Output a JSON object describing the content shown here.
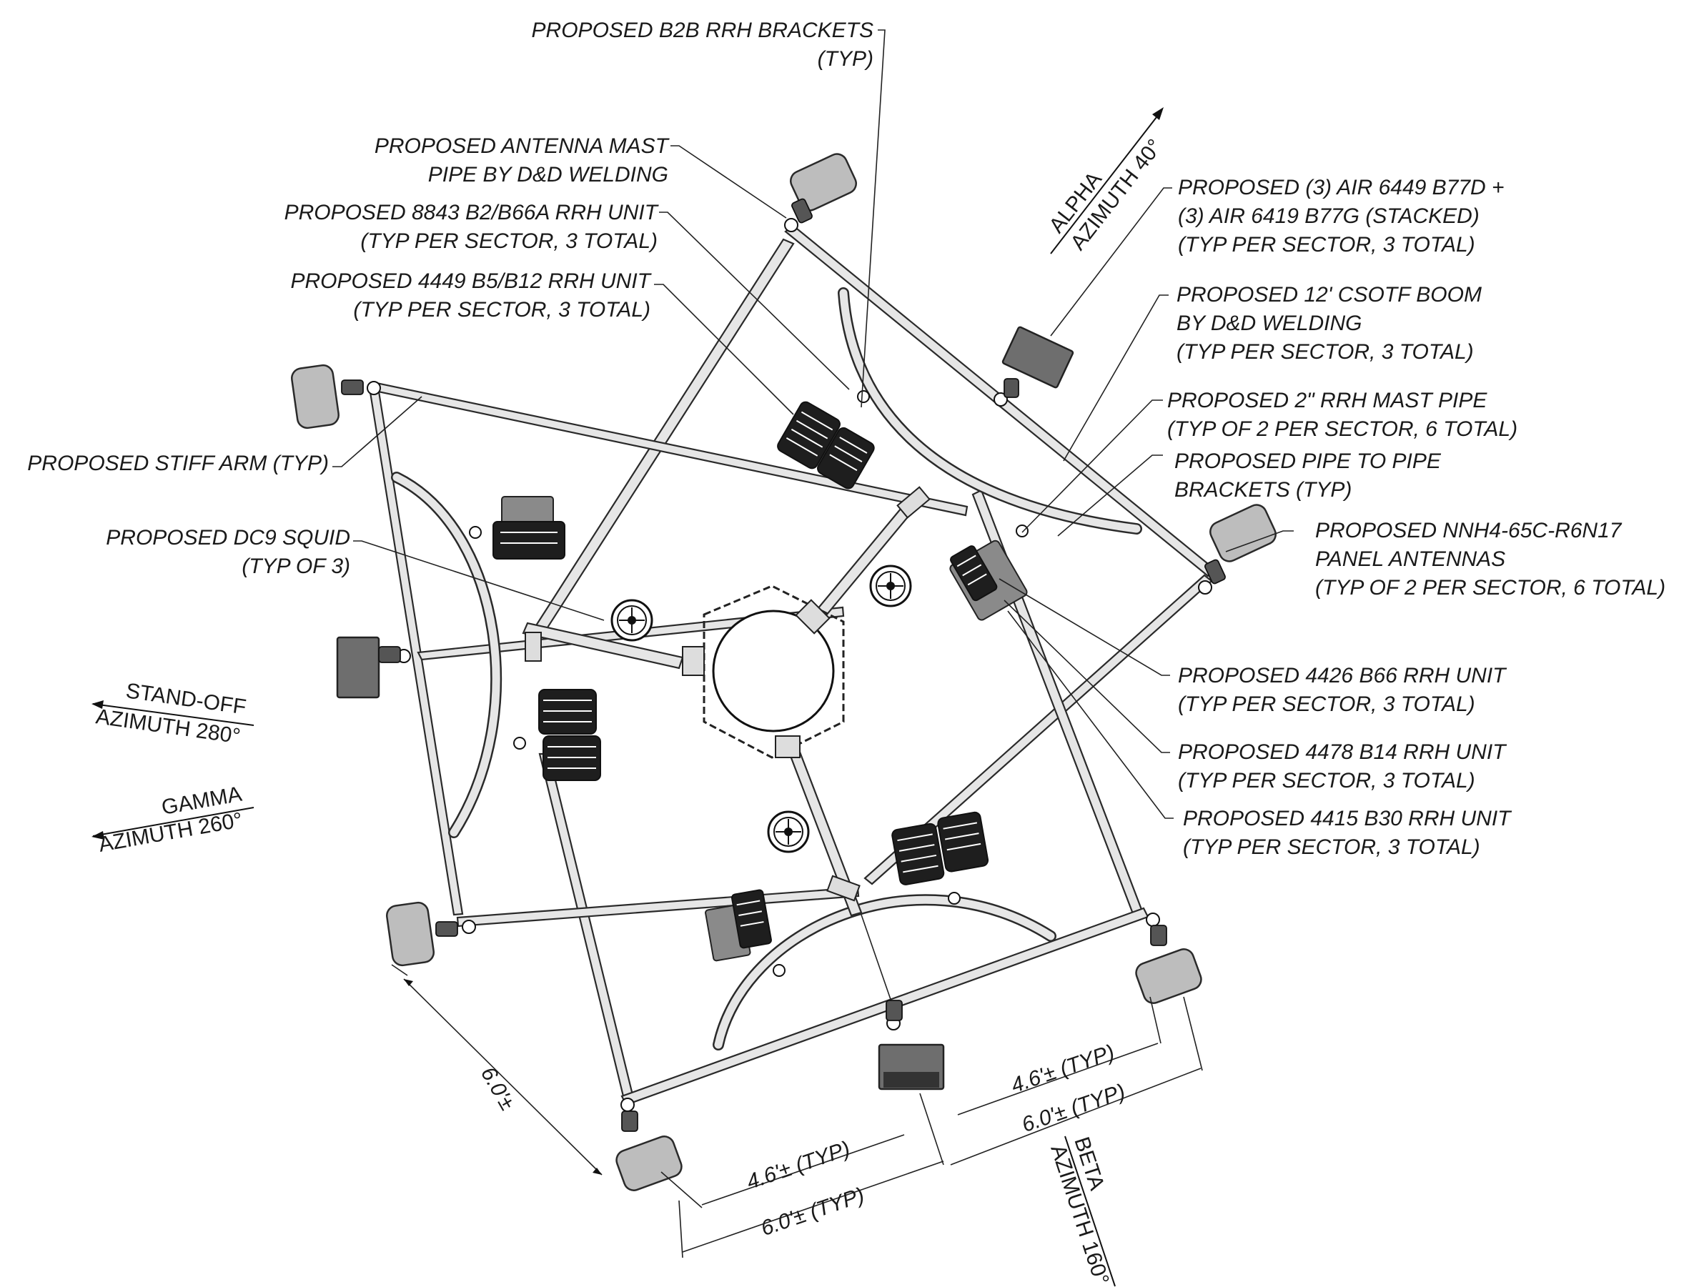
{
  "labels": {
    "b2b_brackets_1": "PROPOSED B2B RRH BRACKETS",
    "b2b_brackets_2": "(TYP)",
    "antenna_mast_1": "PROPOSED ANTENNA MAST",
    "antenna_mast_2": "PIPE BY D&D WELDING",
    "rrh_8843_1": "PROPOSED 8843 B2/B66A RRH UNIT",
    "rrh_8843_2": "(TYP PER SECTOR, 3 TOTAL)",
    "rrh_4449_1": "PROPOSED 4449 B5/B12 RRH UNIT",
    "rrh_4449_2": "(TYP PER SECTOR, 3 TOTAL)",
    "stiff_arm": "PROPOSED STIFF ARM (TYP)",
    "dc9_1": "PROPOSED DC9 SQUID",
    "dc9_2": "(TYP OF 3)",
    "air_1": "PROPOSED (3) AIR 6449 B77D +",
    "air_2": "(3) AIR 6419 B77G  (STACKED)",
    "air_3": "(TYP PER SECTOR, 3 TOTAL)",
    "boom_1": "PROPOSED 12' CSOTF BOOM",
    "boom_2": "BY D&D WELDING",
    "boom_3": "(TYP PER SECTOR, 3 TOTAL)",
    "rrh_mast_1": "PROPOSED 2\" RRH MAST PIPE",
    "rrh_mast_2": "(TYP OF 2 PER SECTOR, 6 TOTAL)",
    "p2p_1": "PROPOSED PIPE TO PIPE",
    "p2p_2": "BRACKETS (TYP)",
    "nnh_1": "PROPOSED NNH4-65C-R6N17",
    "nnh_2": "PANEL ANTENNAS",
    "nnh_3": "(TYP OF 2 PER SECTOR, 6 TOTAL)",
    "rrh_4426_1": "PROPOSED 4426 B66 RRH UNIT",
    "rrh_4426_2": "(TYP PER SECTOR, 3 TOTAL)",
    "rrh_4478_1": "PROPOSED 4478 B14 RRH UNIT",
    "rrh_4478_2": "(TYP PER SECTOR, 3 TOTAL)",
    "rrh_4415_1": "PROPOSED 4415 B30 RRH UNIT",
    "rrh_4415_2": "(TYP PER SECTOR, 3 TOTAL)"
  },
  "sectors": {
    "alpha_name": "ALPHA",
    "alpha_az": "AZIMUTH 40°",
    "beta_name": "BETA",
    "beta_az": "AZIMUTH 160°",
    "gamma_name": "GAMMA",
    "gamma_az": "AZIMUTH 260°",
    "standoff_name": "STAND-OFF",
    "standoff_az": "AZIMUTH 280°"
  },
  "dimensions": {
    "side_left": "6.0'±",
    "bottom_inner": "4.6'± (TYP)",
    "bottom_outer": "6.0'± (TYP)",
    "right_inner": "4.6'± (TYP)",
    "right_outer": "6.0'± (TYP)"
  },
  "colors": {
    "line": "#2a2a2a",
    "boom_fill": "#e6e6e6",
    "antenna_fill": "#bdbdbd",
    "air_fill": "#6e6e6e",
    "rrh_fill": "#1e1e1e"
  }
}
